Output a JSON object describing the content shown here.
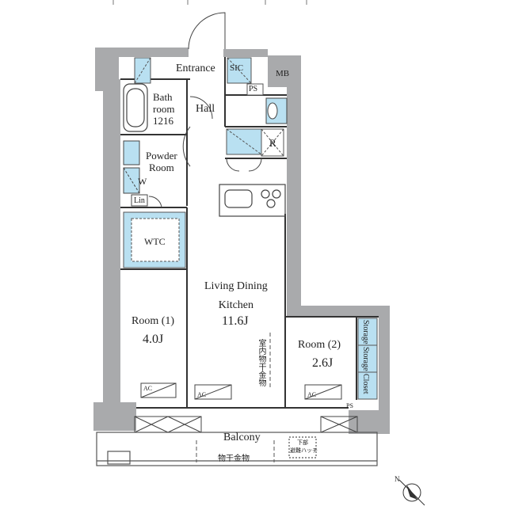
{
  "rooms": {
    "entrance": "Entrance",
    "sic": "SIC",
    "mb": "MB",
    "ps_top": "PS",
    "bathroom": "Bath\nroom\n1216",
    "hall": "Hall",
    "fridge": "R",
    "powder_room": "Powder\nRoom",
    "washer": "W",
    "linen": "Lin",
    "wtc": "WTC",
    "ldk_name": "Living Dining\nKitchen",
    "ldk_size": "11.6J",
    "room1_name": "Room (1)",
    "room1_size": "4.0J",
    "room2_name": "Room (2)",
    "room2_size": "2.6J",
    "storage_1": "Storage",
    "storage_2": "Storage",
    "closet": "Closet",
    "ac_1": "AC",
    "ac_2": "AC",
    "ac_3": "AC",
    "ps_bottom": "PS",
    "balcony": "Balcony",
    "indoor_drying": "室内物干金物",
    "drying_hardware": "物干金物",
    "hatch_top": "下部",
    "hatch_bottom": "避難ハッチ"
  },
  "compass": "N",
  "colors": {
    "wall": "#a9aaac",
    "fixture": "#b9e0f1",
    "line": "#333333"
  }
}
